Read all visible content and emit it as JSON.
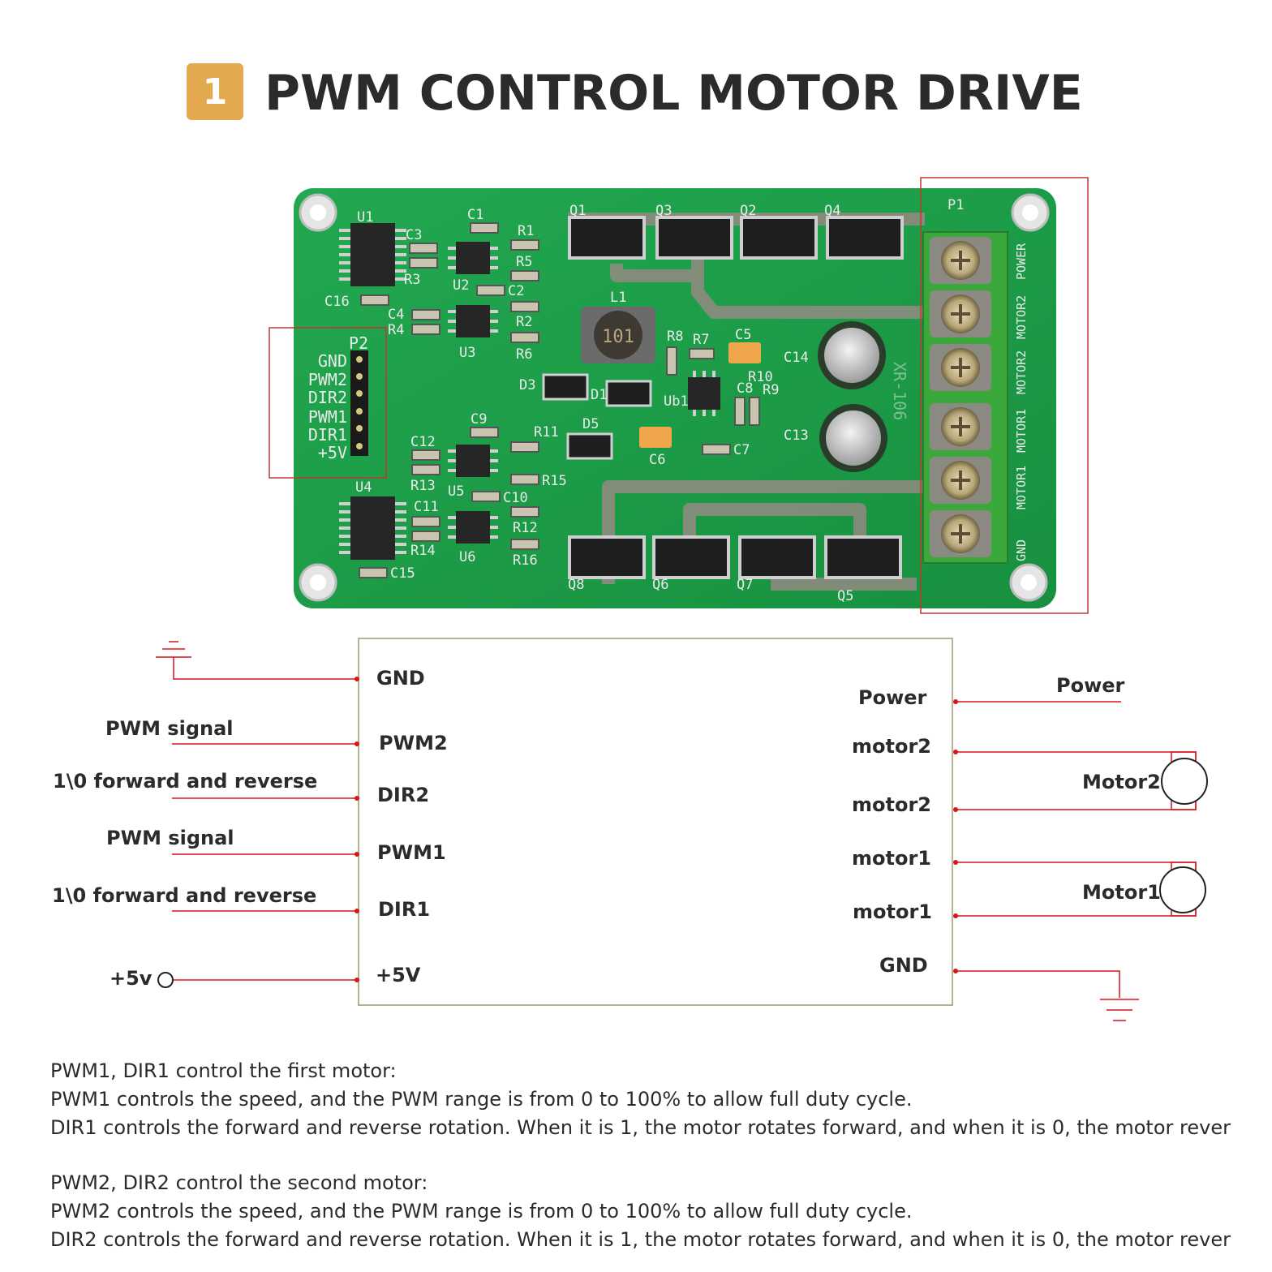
{
  "header": {
    "badge": "1",
    "title": "PWM CONTROL MOTOR DRIVE"
  },
  "board": {
    "board_label": "XR-106",
    "terminal_labels": [
      "MOTOR1",
      "MOTOR1",
      "MOTOR2",
      "MOTOR2",
      "POWER",
      "GND"
    ],
    "header_label": "P2",
    "header_pins": [
      "GND",
      "PWM2",
      "DIR2",
      "PWM1",
      "DIR1",
      "+5V"
    ],
    "terminal_block_label": "P1",
    "components": [
      "U1",
      "U2",
      "U3",
      "U4",
      "U5",
      "U6",
      "C1",
      "C2",
      "C3",
      "C4",
      "C5",
      "C6",
      "C7",
      "C8",
      "C9",
      "C10",
      "C11",
      "C12",
      "C13",
      "C14",
      "C15",
      "C16",
      "R1",
      "R2",
      "R3",
      "R4",
      "R5",
      "R6",
      "R7",
      "R8",
      "R9",
      "R10",
      "R11",
      "R12",
      "R13",
      "R14",
      "R15",
      "R16",
      "Q1",
      "Q2",
      "Q3",
      "Q4",
      "Q5",
      "Q6",
      "Q7",
      "Q8",
      "L1",
      "D1",
      "D3",
      "D5",
      "Ub1"
    ],
    "inductor_marking": "101"
  },
  "wiring": {
    "left_pins": [
      "GND",
      "PWM2",
      "DIR2",
      "PWM1",
      "DIR1",
      "+5V"
    ],
    "left_signals": [
      "PWM signal",
      "1\\0 forward and reverse",
      "PWM signal",
      "1\\0 forward and reverse",
      "+5v"
    ],
    "right_pins": [
      "Power",
      "motor2",
      "motor2",
      "motor1",
      "motor1",
      "GND"
    ],
    "right_signals": [
      "Power",
      "Motor2",
      "Motor1"
    ]
  },
  "description": {
    "motor1": [
      "PWM1, DIR1 control the first motor:",
      "PWM1 controls the speed, and the PWM range is from 0 to 100% to allow full duty cycle.",
      "DIR1 controls the forward and reverse rotation. When it is 1, the motor rotates forward, and when it is 0, the motor rever"
    ],
    "motor2": [
      "PWM2, DIR2 control the second motor:",
      "PWM2 controls the speed, and the PWM range is from 0 to 100% to allow full duty cycle.",
      "DIR2 controls the forward and reverse rotation. When it is 1, the motor rotates forward, and when it is 0, the motor rever"
    ]
  },
  "colors": {
    "pcb": "#1f9e4a",
    "accent": "#e3a94f",
    "wire": "#d9141b",
    "terminal": "#3aa83a"
  }
}
